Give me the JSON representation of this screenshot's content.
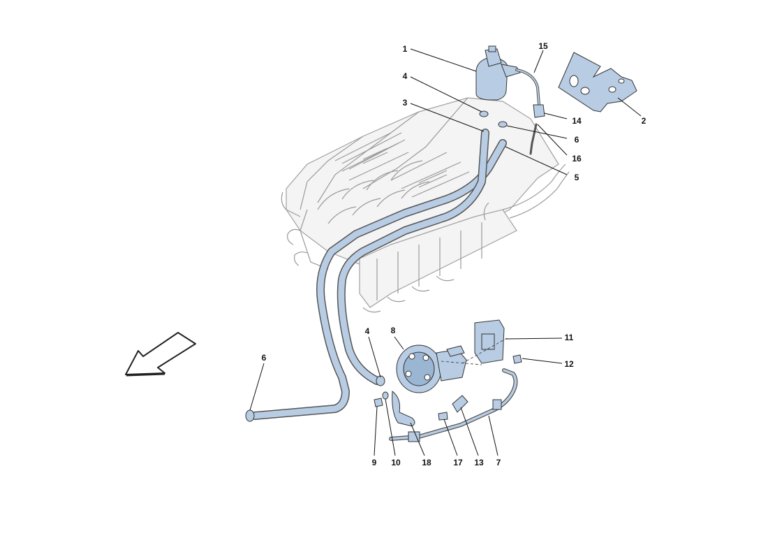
{
  "colors": {
    "part_fill": "#b8cde4",
    "outline": "#333333",
    "engine_outline": "#9a9a9a",
    "label": "#111111"
  },
  "icons": [
    "direction-arrow-icon"
  ],
  "callouts": [
    {
      "id": "1",
      "label": "1"
    },
    {
      "id": "2",
      "label": "2"
    },
    {
      "id": "3",
      "label": "3"
    },
    {
      "id": "4a",
      "label": "4"
    },
    {
      "id": "4b",
      "label": "4"
    },
    {
      "id": "5",
      "label": "5"
    },
    {
      "id": "6a",
      "label": "6"
    },
    {
      "id": "6b",
      "label": "6"
    },
    {
      "id": "7",
      "label": "7"
    },
    {
      "id": "8",
      "label": "8"
    },
    {
      "id": "9",
      "label": "9"
    },
    {
      "id": "10",
      "label": "10"
    },
    {
      "id": "11",
      "label": "11"
    },
    {
      "id": "12",
      "label": "12"
    },
    {
      "id": "13",
      "label": "13"
    },
    {
      "id": "14",
      "label": "14"
    },
    {
      "id": "15",
      "label": "15"
    },
    {
      "id": "16",
      "label": "16"
    },
    {
      "id": "17",
      "label": "17"
    },
    {
      "id": "18",
      "label": "18"
    }
  ]
}
